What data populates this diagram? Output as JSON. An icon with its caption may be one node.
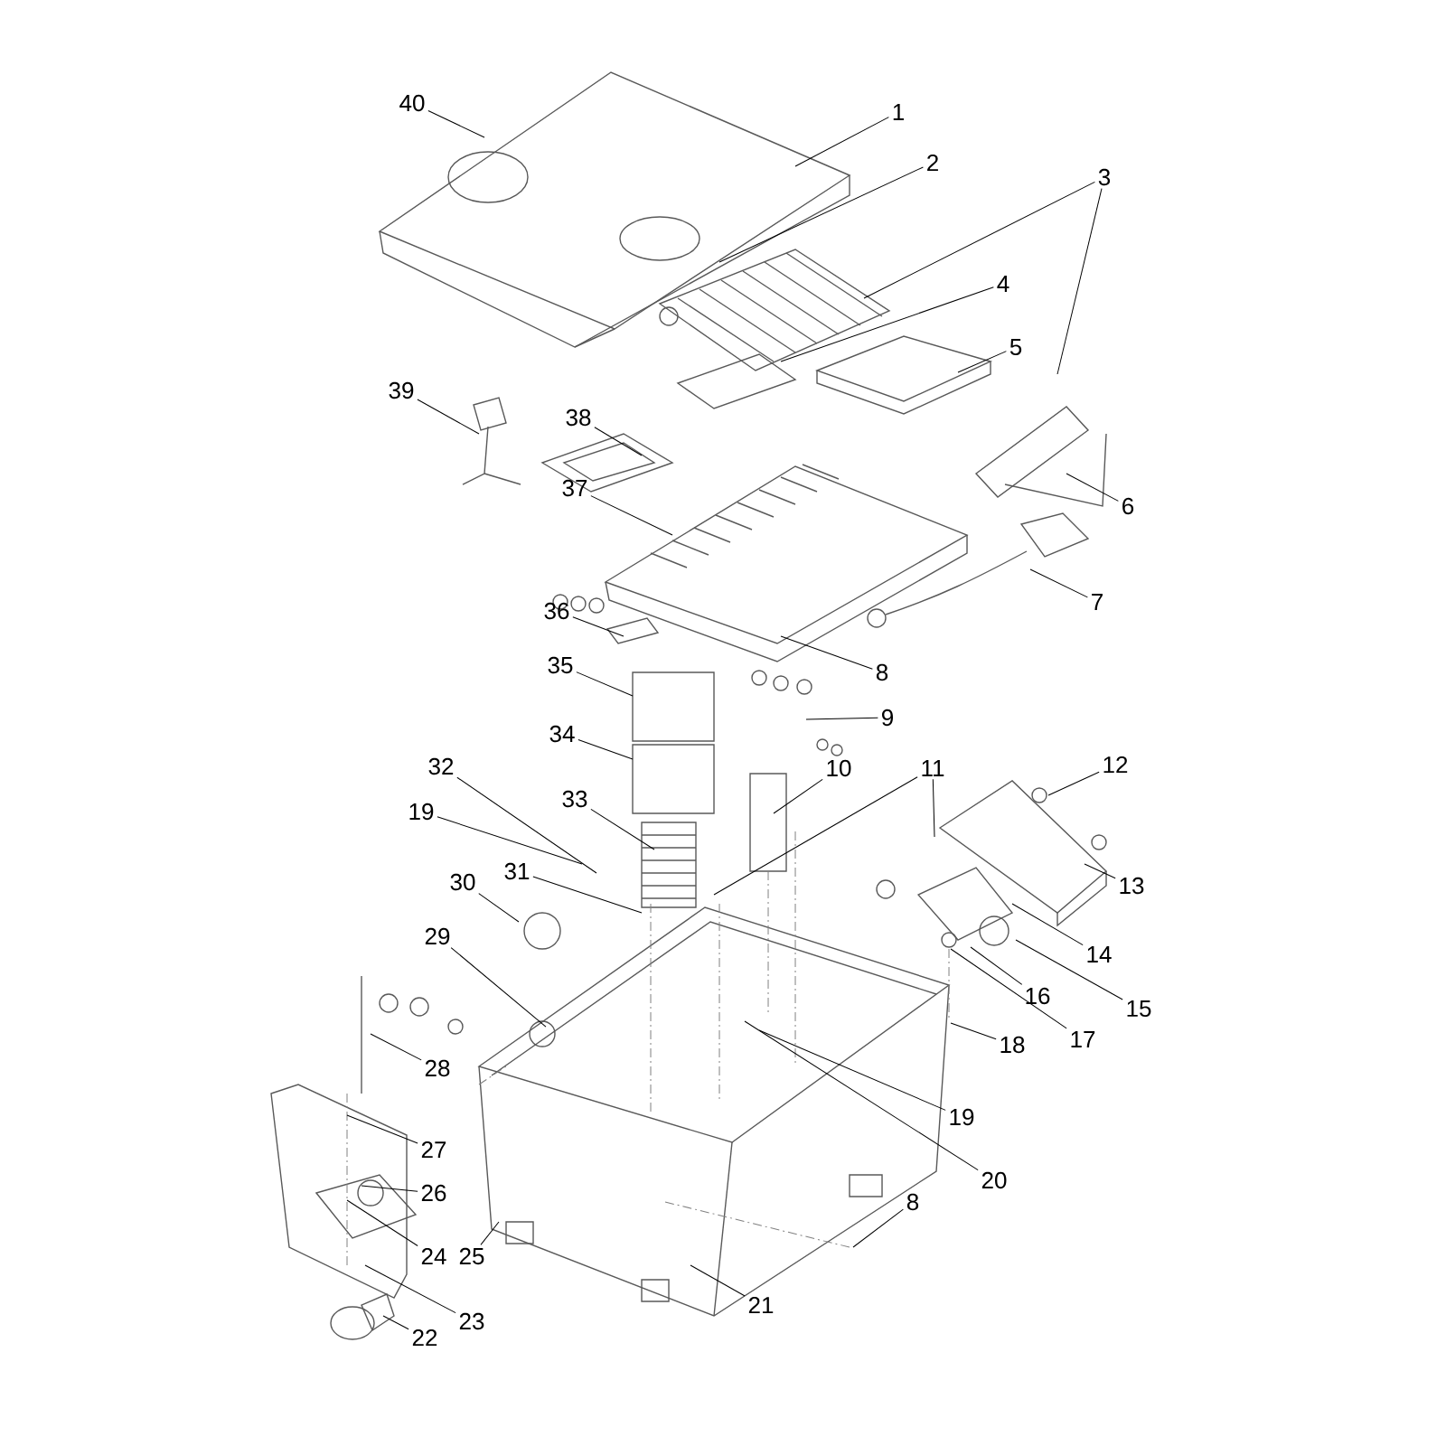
{
  "diagram": {
    "nodes": [
      {
        "text": [
          "40"
        ]
      },
      {
        "text": [
          "1"
        ]
      },
      {
        "text": [
          "2"
        ]
      },
      {
        "text": [
          "3"
        ]
      },
      {
        "text": [
          "4"
        ]
      },
      {
        "text": [
          "5"
        ]
      },
      {
        "text": [
          "39"
        ]
      },
      {
        "text": [
          "38"
        ]
      },
      {
        "text": [
          "6"
        ]
      },
      {
        "text": [
          "37"
        ]
      },
      {
        "text": [
          "7"
        ]
      },
      {
        "text": [
          "36"
        ]
      },
      {
        "text": [
          "8"
        ]
      },
      {
        "text": [
          "35"
        ]
      },
      {
        "text": [
          "9"
        ]
      },
      {
        "text": [
          "34"
        ]
      },
      {
        "text": [
          "10"
        ]
      },
      {
        "text": [
          "11"
        ]
      },
      {
        "text": [
          "12"
        ]
      },
      {
        "text": [
          "32"
        ]
      },
      {
        "text": [
          "19"
        ]
      },
      {
        "text": [
          "33"
        ]
      },
      {
        "text": [
          "31"
        ]
      },
      {
        "text": [
          "13"
        ]
      },
      {
        "text": [
          "30"
        ]
      },
      {
        "text": [
          "14"
        ]
      },
      {
        "text": [
          "29"
        ]
      },
      {
        "text": [
          "16"
        ]
      },
      {
        "text": [
          "15"
        ]
      },
      {
        "text": [
          "17"
        ]
      },
      {
        "text": [
          "28"
        ]
      },
      {
        "text": [
          "18"
        ]
      },
      {
        "text": [
          "19"
        ]
      },
      {
        "text": [
          "27"
        ]
      },
      {
        "text": [
          "20"
        ]
      },
      {
        "text": [
          "26"
        ]
      },
      {
        "text": [
          "8"
        ]
      },
      {
        "text": [
          "25"
        ]
      },
      {
        "text": [
          "24"
        ]
      },
      {
        "text": [
          "21"
        ]
      },
      {
        "text": [
          "23"
        ]
      },
      {
        "text": [
          "22"
        ]
      }
    ],
    "edges": [
      {
        "from": 0,
        "to": null,
        "arrow": "none"
      },
      {
        "from": 1,
        "to": null,
        "arrow": "none"
      },
      {
        "from": 2,
        "to": null,
        "arrow": "none"
      },
      {
        "from": 3,
        "to": null,
        "arrow": "none"
      },
      {
        "from": 3,
        "to": null,
        "arrow": "none"
      },
      {
        "from": 4,
        "to": null,
        "arrow": "none"
      },
      {
        "from": 5,
        "to": null,
        "arrow": "none"
      },
      {
        "from": 6,
        "to": null,
        "arrow": "none"
      },
      {
        "from": 7,
        "to": null,
        "arrow": "none"
      },
      {
        "from": 8,
        "to": null,
        "arrow": "none"
      },
      {
        "from": 9,
        "to": null,
        "arrow": "none"
      },
      {
        "from": 10,
        "to": null,
        "arrow": "none"
      },
      {
        "from": 11,
        "to": null,
        "arrow": "none"
      },
      {
        "from": 12,
        "to": null,
        "arrow": "none"
      },
      {
        "from": 13,
        "to": null,
        "arrow": "none"
      },
      {
        "from": 14,
        "to": null,
        "arrow": "none"
      },
      {
        "from": 15,
        "to": null,
        "arrow": "none"
      },
      {
        "from": 16,
        "to": null,
        "arrow": "none"
      },
      {
        "from": 17,
        "to": null,
        "arrow": "none"
      },
      {
        "from": 17,
        "to": null,
        "arrow": "none"
      },
      {
        "from": 18,
        "to": null,
        "arrow": "none"
      },
      {
        "from": 19,
        "to": null,
        "arrow": "none"
      },
      {
        "from": 20,
        "to": null,
        "arrow": "none"
      },
      {
        "from": 21,
        "to": null,
        "arrow": "none"
      },
      {
        "from": 22,
        "to": null,
        "arrow": "none"
      },
      {
        "from": 23,
        "to": null,
        "arrow": "none"
      },
      {
        "from": 24,
        "to": null,
        "arrow": "none"
      },
      {
        "from": 25,
        "to": null,
        "arrow": "none"
      },
      {
        "from": 26,
        "to": null,
        "arrow": "none"
      },
      {
        "from": 27,
        "to": null,
        "arrow": "none"
      },
      {
        "from": 28,
        "to": null,
        "arrow": "none"
      },
      {
        "from": 29,
        "to": null,
        "arrow": "none"
      },
      {
        "from": 30,
        "to": null,
        "arrow": "none"
      },
      {
        "from": 31,
        "to": null,
        "arrow": "none"
      },
      {
        "from": 32,
        "to": null,
        "arrow": "none"
      },
      {
        "from": 33,
        "to": null,
        "arrow": "none"
      },
      {
        "from": 34,
        "to": null,
        "arrow": "none"
      },
      {
        "from": 35,
        "to": null,
        "arrow": "none"
      },
      {
        "from": 36,
        "to": null,
        "arrow": "none"
      },
      {
        "from": 37,
        "to": null,
        "arrow": "none"
      },
      {
        "from": 38,
        "to": null,
        "arrow": "none"
      },
      {
        "from": 39,
        "to": null,
        "arrow": "none"
      },
      {
        "from": 40,
        "to": null,
        "arrow": "none"
      },
      {
        "from": 41,
        "to": null,
        "arrow": "none"
      }
    ]
  }
}
